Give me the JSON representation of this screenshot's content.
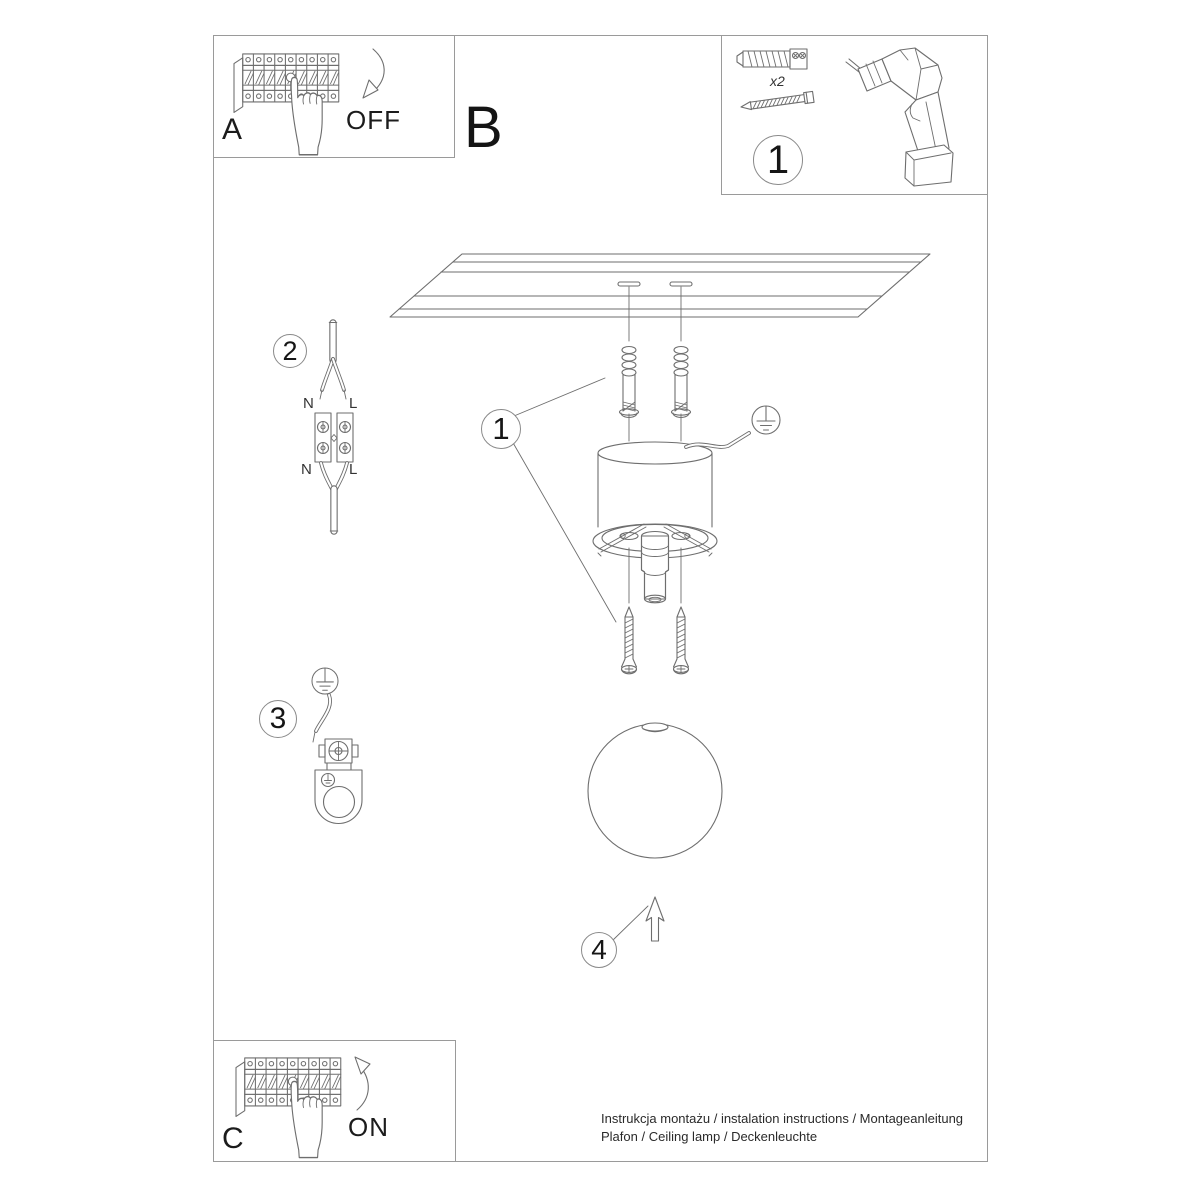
{
  "colors": {
    "line": "#6e6e6e",
    "frame_border": "#9a9a9a",
    "text": "#1c1c1c",
    "background": "#ffffff"
  },
  "panel_a": {
    "label": "A",
    "switch_state": "OFF"
  },
  "section_b": {
    "label": "B"
  },
  "parts_panel": {
    "step_number": "1",
    "anchor_quantity": "x2"
  },
  "step_wiring": {
    "step_number": "2",
    "terminal_top_left": "N",
    "terminal_top_right": "L",
    "terminal_bottom_left": "N",
    "terminal_bottom_right": "L"
  },
  "step_mounting": {
    "step_number": "1"
  },
  "step_ground": {
    "step_number": "3"
  },
  "step_shade": {
    "step_number": "4"
  },
  "panel_c": {
    "label": "C",
    "switch_state": "ON"
  },
  "footer": {
    "line1": "Instrukcja montażu / instalation instructions / Montageanleitung",
    "line2": "Plafon / Ceiling lamp / Deckenleuchte"
  }
}
